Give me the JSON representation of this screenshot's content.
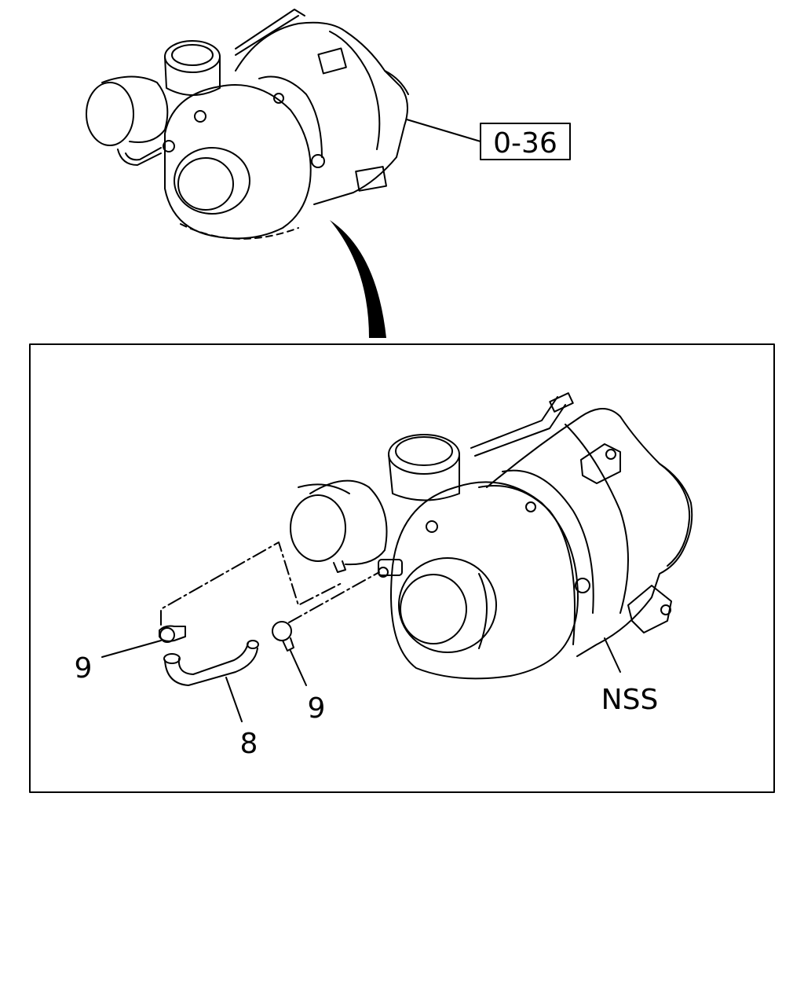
{
  "diagram": {
    "ref_box_label": "0-36",
    "callouts": {
      "clamp_left": "9",
      "clamp_right": "9",
      "hose": "8",
      "turbo_assembly": "NSS"
    }
  }
}
